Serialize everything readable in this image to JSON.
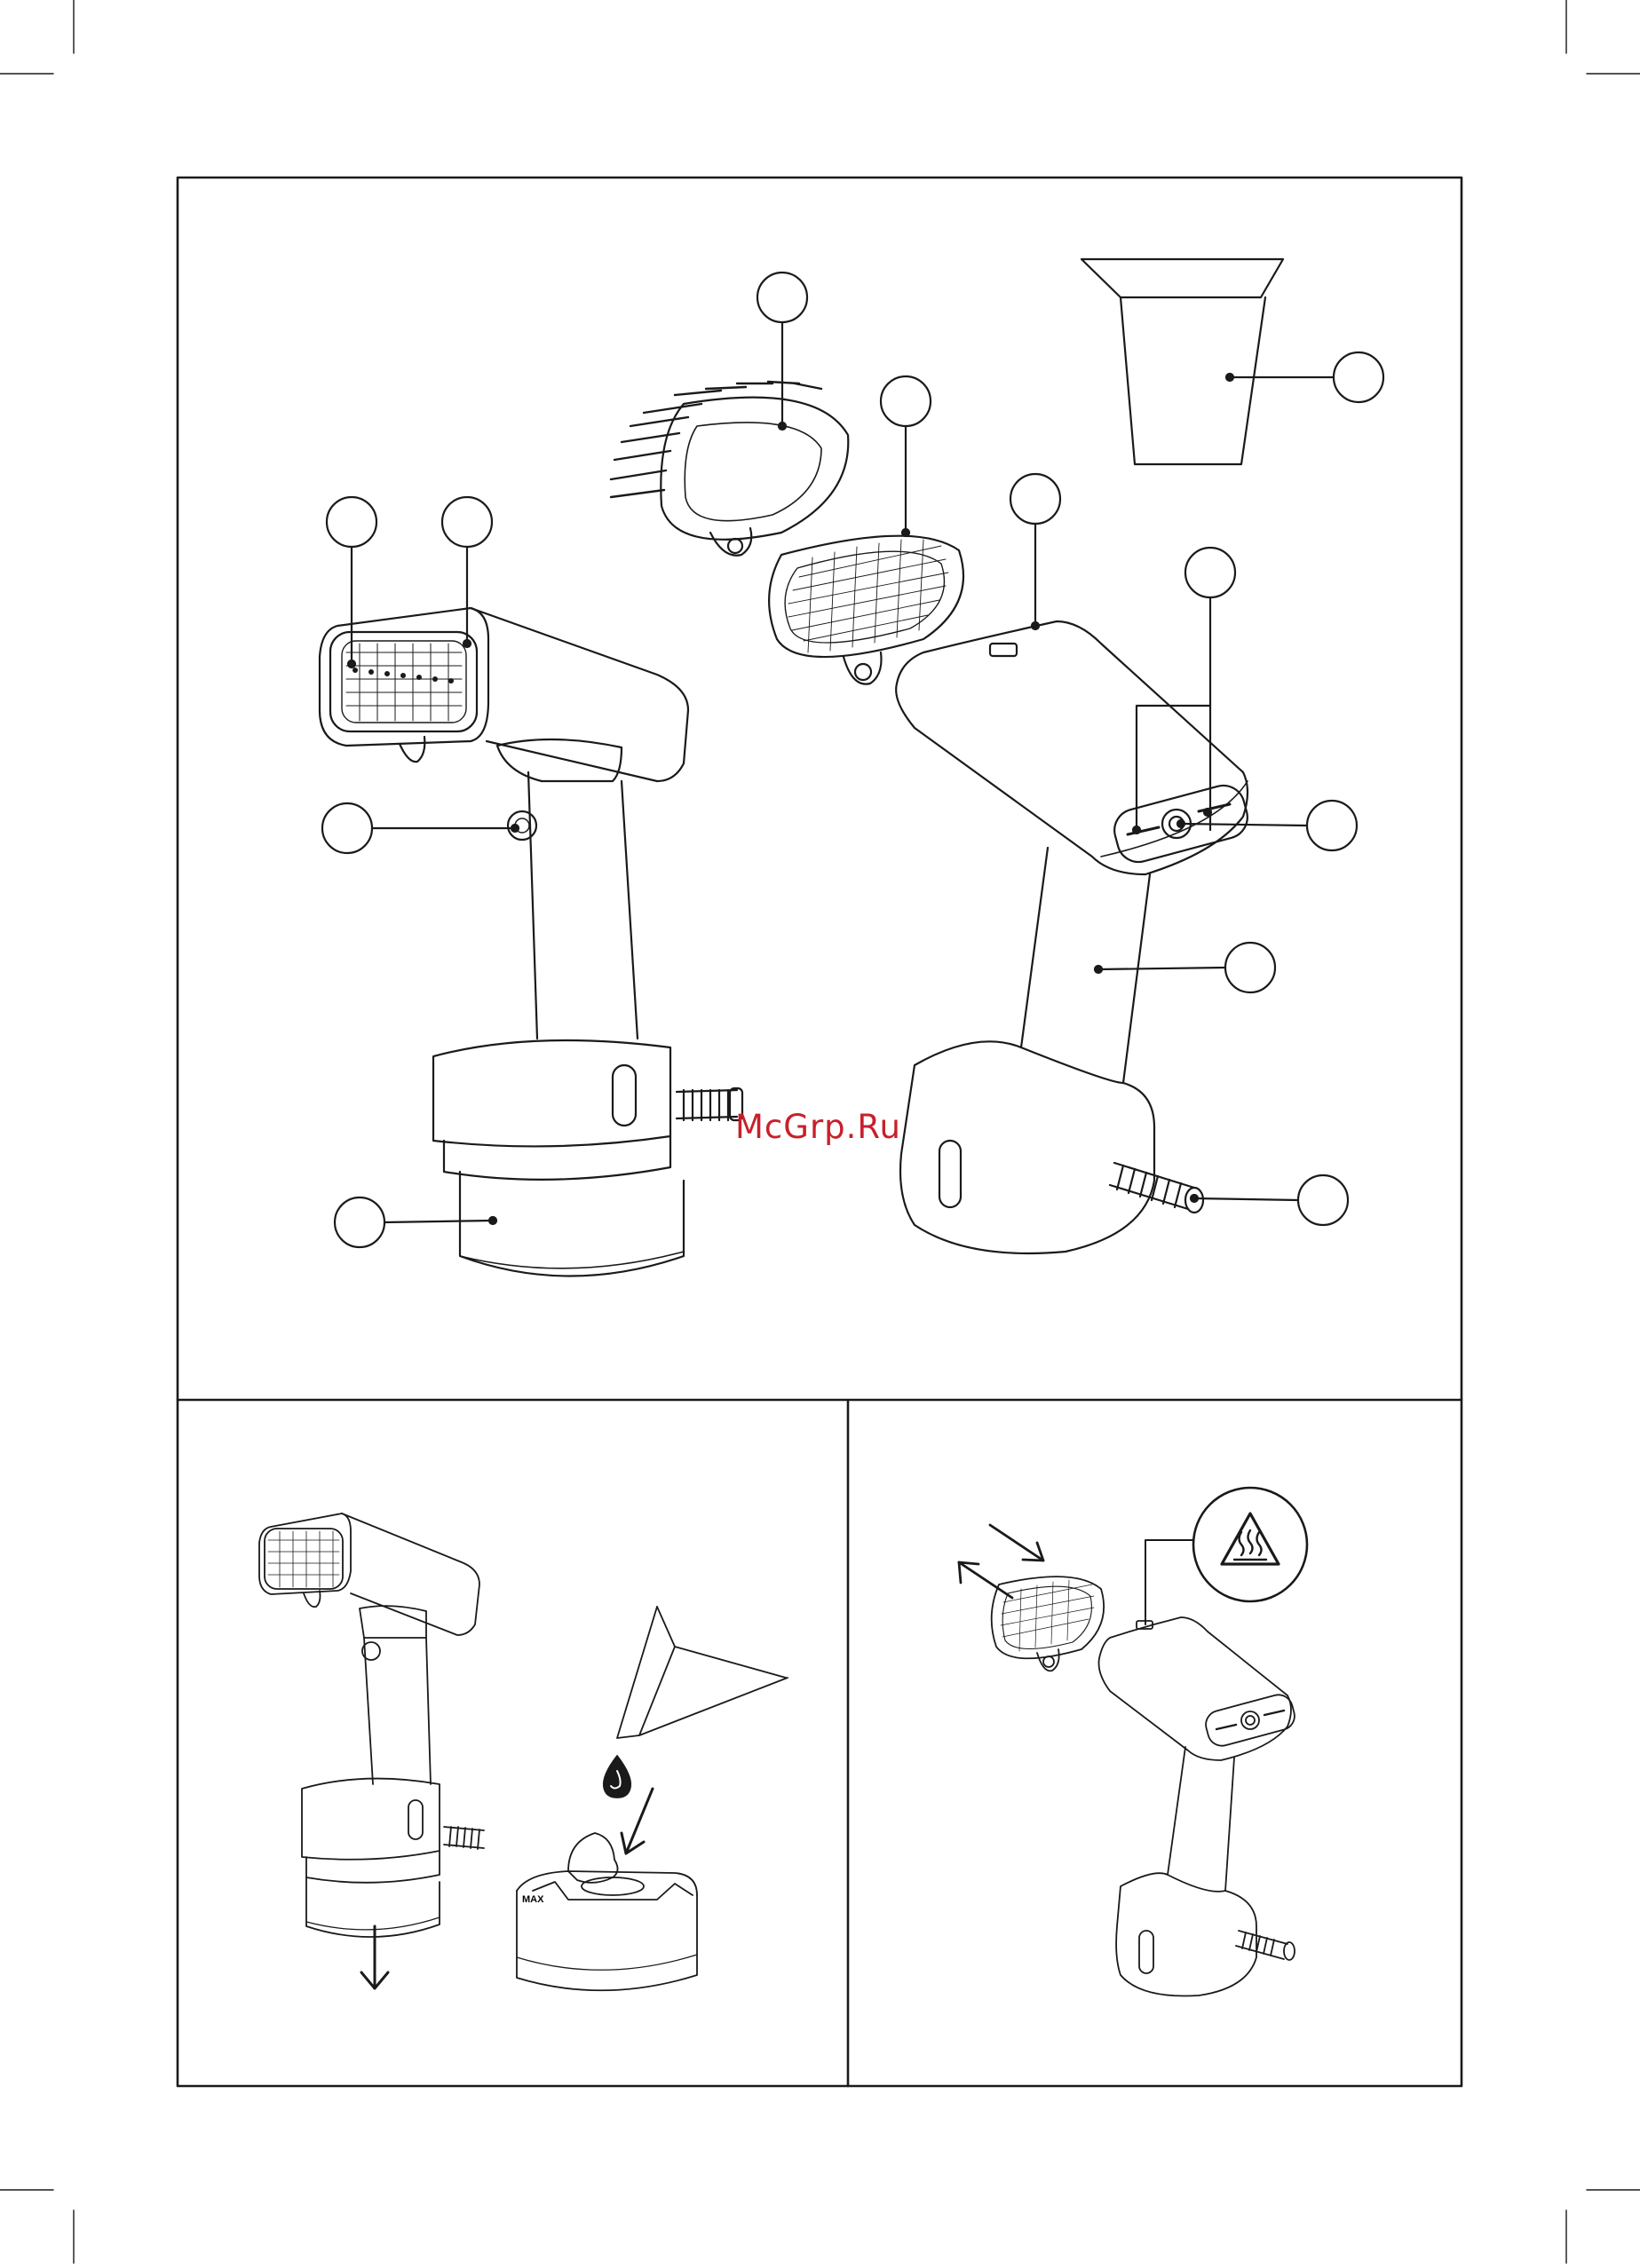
{
  "page": {
    "watermark": "McGrp.Ru",
    "tank_max_label": "MAX"
  },
  "colors": {
    "ink": "#1a1a1a",
    "watermark": "#c8202c",
    "paper": "#ffffff"
  },
  "icons": {
    "callouts": "blank-numbered-callout-circle",
    "warning": "hot-surface-icon",
    "water": "water-drop-icon"
  }
}
